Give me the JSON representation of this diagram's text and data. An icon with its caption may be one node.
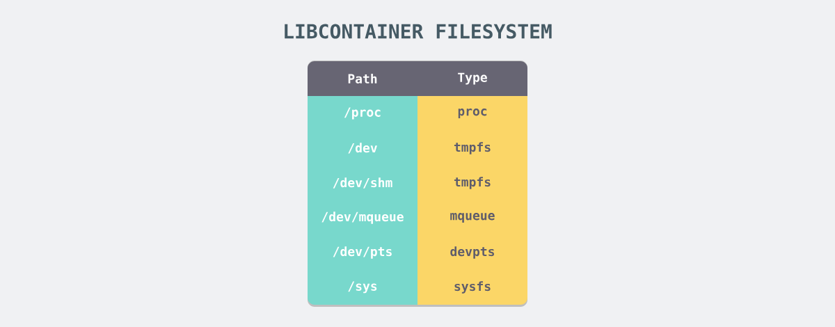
{
  "diagram": {
    "title": "LIBCONTAINER FILESYSTEM",
    "labels": [
      "Path",
      "Type",
      "/proc",
      "proc",
      "/dev",
      "tmpfs",
      "/dev/shm",
      "tmpfs",
      "/dev/mqueue",
      "mqueue",
      "/dev/pts",
      "devpts",
      "/sys",
      "sysfs"
    ]
  }
}
